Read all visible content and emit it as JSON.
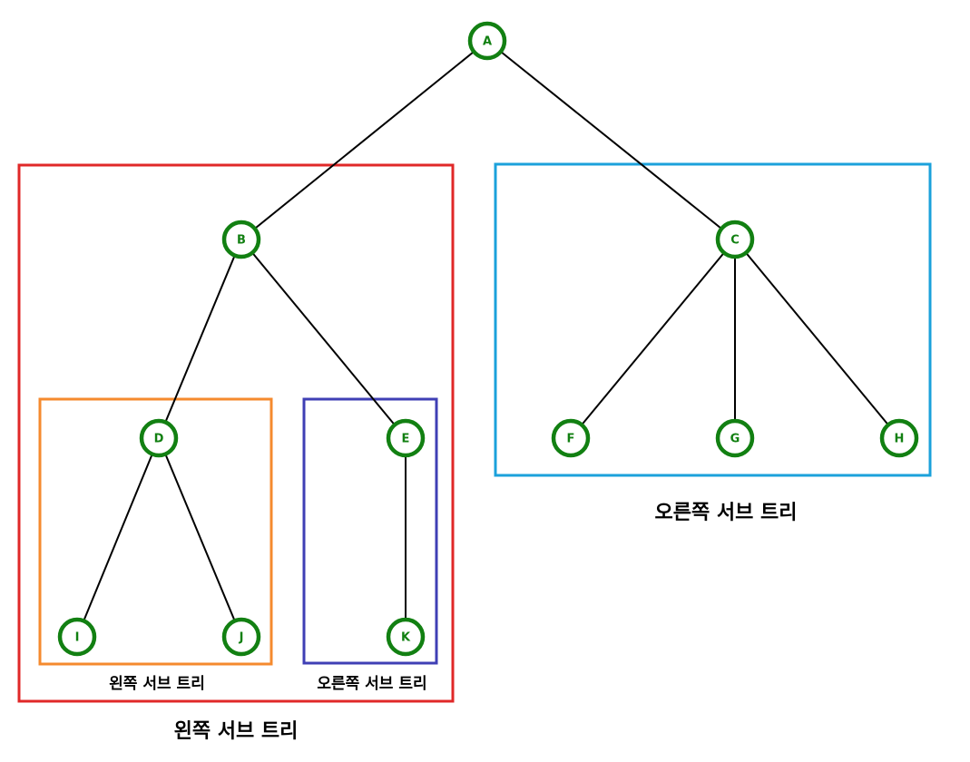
{
  "colors": {
    "node_stroke": "#128012",
    "node_text": "#128012",
    "edge": "#000000",
    "left_subtree_box": "#e02828",
    "right_subtree_box": "#1ba1db",
    "inner_left_box": "#f58a2e",
    "inner_right_box": "#3f3fb5"
  },
  "nodes": [
    {
      "id": "A",
      "label": "A"
    },
    {
      "id": "B",
      "label": "B"
    },
    {
      "id": "C",
      "label": "C"
    },
    {
      "id": "D",
      "label": "D"
    },
    {
      "id": "E",
      "label": "E"
    },
    {
      "id": "F",
      "label": "F"
    },
    {
      "id": "G",
      "label": "G"
    },
    {
      "id": "H",
      "label": "H"
    },
    {
      "id": "I",
      "label": "I"
    },
    {
      "id": "J",
      "label": "J"
    },
    {
      "id": "K",
      "label": "K"
    }
  ],
  "edges": [
    {
      "from": "A",
      "to": "B"
    },
    {
      "from": "A",
      "to": "C"
    },
    {
      "from": "B",
      "to": "D"
    },
    {
      "from": "B",
      "to": "E"
    },
    {
      "from": "C",
      "to": "F"
    },
    {
      "from": "C",
      "to": "G"
    },
    {
      "from": "C",
      "to": "H"
    },
    {
      "from": "D",
      "to": "I"
    },
    {
      "from": "D",
      "to": "J"
    },
    {
      "from": "E",
      "to": "K"
    }
  ],
  "captions": {
    "left_subtree": "왼쪽 서브 트리",
    "right_subtree": "오른쪽 서브 트리",
    "inner_left_subtree": "왼쪽 서브 트리",
    "inner_right_subtree": "오른쪽 서브 트리"
  }
}
